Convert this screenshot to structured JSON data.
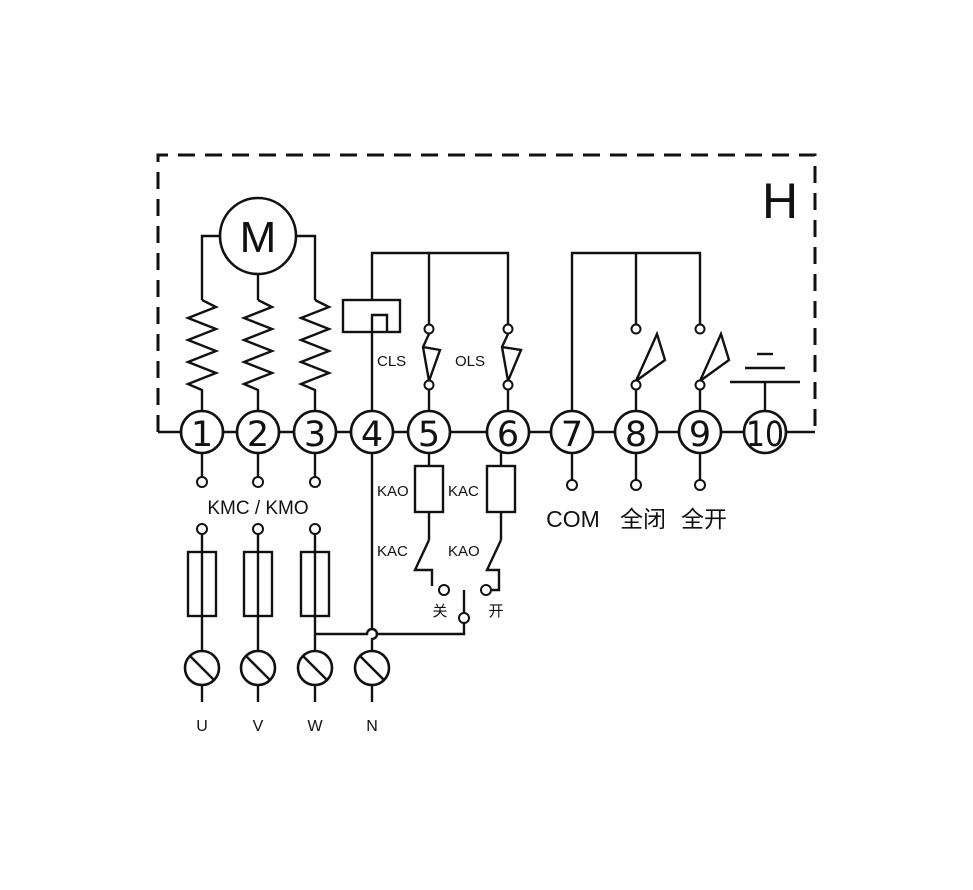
{
  "housing_label": "H",
  "motor_label": "M",
  "terminals": [
    "1",
    "2",
    "3",
    "4",
    "5",
    "6",
    "7",
    "8",
    "9",
    "10"
  ],
  "switch_labels": {
    "close_limit": "CLS",
    "open_limit": "OLS"
  },
  "relay_labels": {
    "coil_5": "KAO",
    "coil_6": "KAC",
    "contact_5": "KAC",
    "contact_6": "KAO"
  },
  "contactor_label": "KMC / KMO",
  "selector_labels": {
    "close": "关",
    "open": "开"
  },
  "output_labels": {
    "t7": "COM",
    "t8": "全闭",
    "t9": "全开"
  },
  "supply_labels": [
    "U",
    "V",
    "W",
    "N"
  ]
}
